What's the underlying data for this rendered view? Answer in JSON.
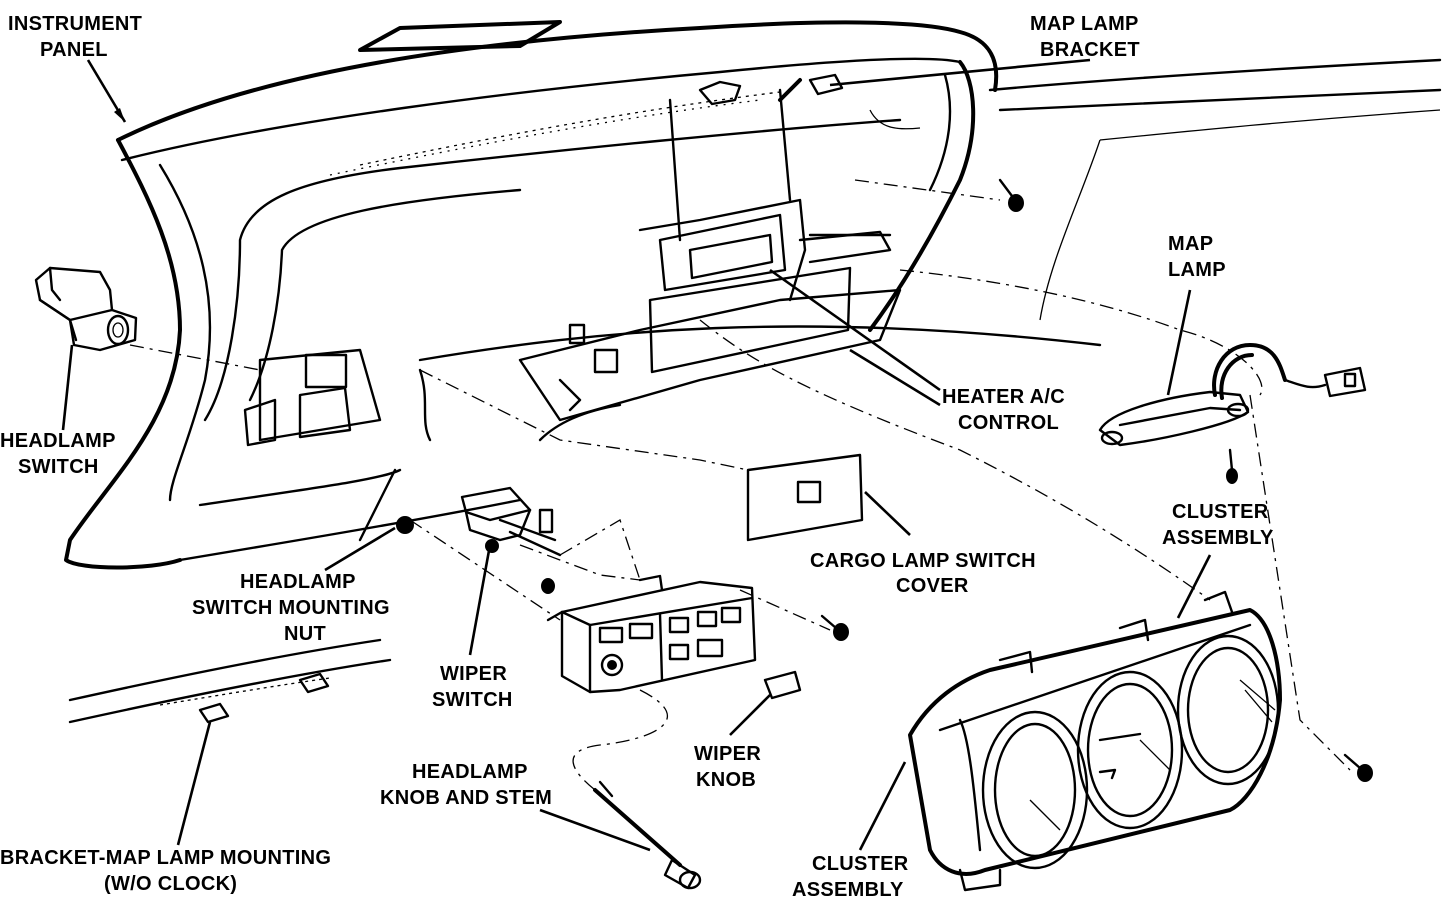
{
  "labels": {
    "instrument_panel": [
      "INSTRUMENT",
      "PANEL"
    ],
    "map_lamp_bracket": [
      "MAP LAMP",
      "BRACKET"
    ],
    "map_lamp": [
      "MAP",
      "LAMP"
    ],
    "headlamp_switch": [
      "HEADLAMP",
      "SWITCH"
    ],
    "heater_ac_control": [
      "HEATER A/C",
      "CONTROL"
    ],
    "cluster_assembly_top": [
      "CLUSTER",
      "ASSEMBLY"
    ],
    "cargo_lamp_switch_cover": [
      "CARGO LAMP SWITCH",
      "COVER"
    ],
    "headlamp_switch_mounting_nut": [
      "HEADLAMP",
      "SWITCH MOUNTING",
      "NUT"
    ],
    "wiper_switch": [
      "WIPER",
      "SWITCH"
    ],
    "wiper_knob": [
      "WIPER",
      "KNOB"
    ],
    "headlamp_knob_and_stem": [
      "HEADLAMP",
      "KNOB AND STEM"
    ],
    "bracket_map_lamp_mounting": [
      "BRACKET-MAP LAMP MOUNTING",
      "(W/O CLOCK)"
    ],
    "cluster_assembly_bottom": [
      "CLUSTER",
      "ASSEMBLY"
    ]
  },
  "colors": {
    "ink": "#000000",
    "paper": "#ffffff"
  }
}
